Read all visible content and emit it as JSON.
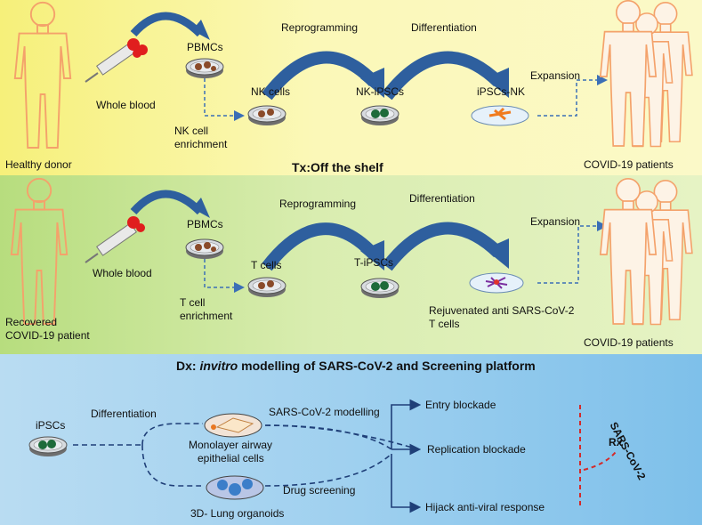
{
  "panel1": {
    "donor": "Healthy donor",
    "whole_blood": "Whole blood",
    "pbmcs": "PBMCs",
    "enrichment_line1": "NK cell",
    "enrichment_line2": "enrichment",
    "cells": "NK cells",
    "reprogramming": "Reprogramming",
    "ipscs": "NK-iPSCs",
    "differentiation": "Differentiation",
    "derived": "iPSCs-NK",
    "expansion": "Expansion",
    "patients": "COVID-19 patients",
    "footer_title": "Tx:Off the shelf"
  },
  "panel2": {
    "donor_line1": "Recovered",
    "donor_line2": "COVID-19 patient",
    "whole_blood": "Whole blood",
    "pbmcs": "PBMCs",
    "enrichment_line1": "T cell",
    "enrichment_line2": "enrichment",
    "cells": "T cells",
    "reprogramming": "Reprogramming",
    "ipscs": "T-iPSCs",
    "differentiation": "Differentiation",
    "derived_line1": "Rejuvenated anti SARS-CoV-2",
    "derived_line2": "T cells",
    "expansion": "Expansion",
    "patients": "COVID-19 patients"
  },
  "panel3": {
    "title_prefix": "Dx: ",
    "title_italic": "invitro",
    "title_suffix": " modelling of SARS-CoV-2 and Screening platform",
    "ipscs": "iPSCs",
    "differentiation": "Differentiation",
    "monolayer_line1": "Monolayer airway",
    "monolayer_line2": "epithelial cells",
    "organoids": "3D- Lung organoids",
    "sars_modelling": "SARS-CoV-2 modelling",
    "drug_screening": "Drug  screening",
    "entry": "Entry blockade",
    "replication": "Replication blockade",
    "hijack": "Hijack anti-viral response",
    "rx": "Rx",
    "virus": "SARS-CoV-2"
  },
  "colors": {
    "arrow_blue": "#2e5f9e",
    "dash_blue": "#3b6fb6",
    "dark_dash": "#1f3f78",
    "body_orange": "#f4a26b",
    "red": "#d42a2a"
  }
}
